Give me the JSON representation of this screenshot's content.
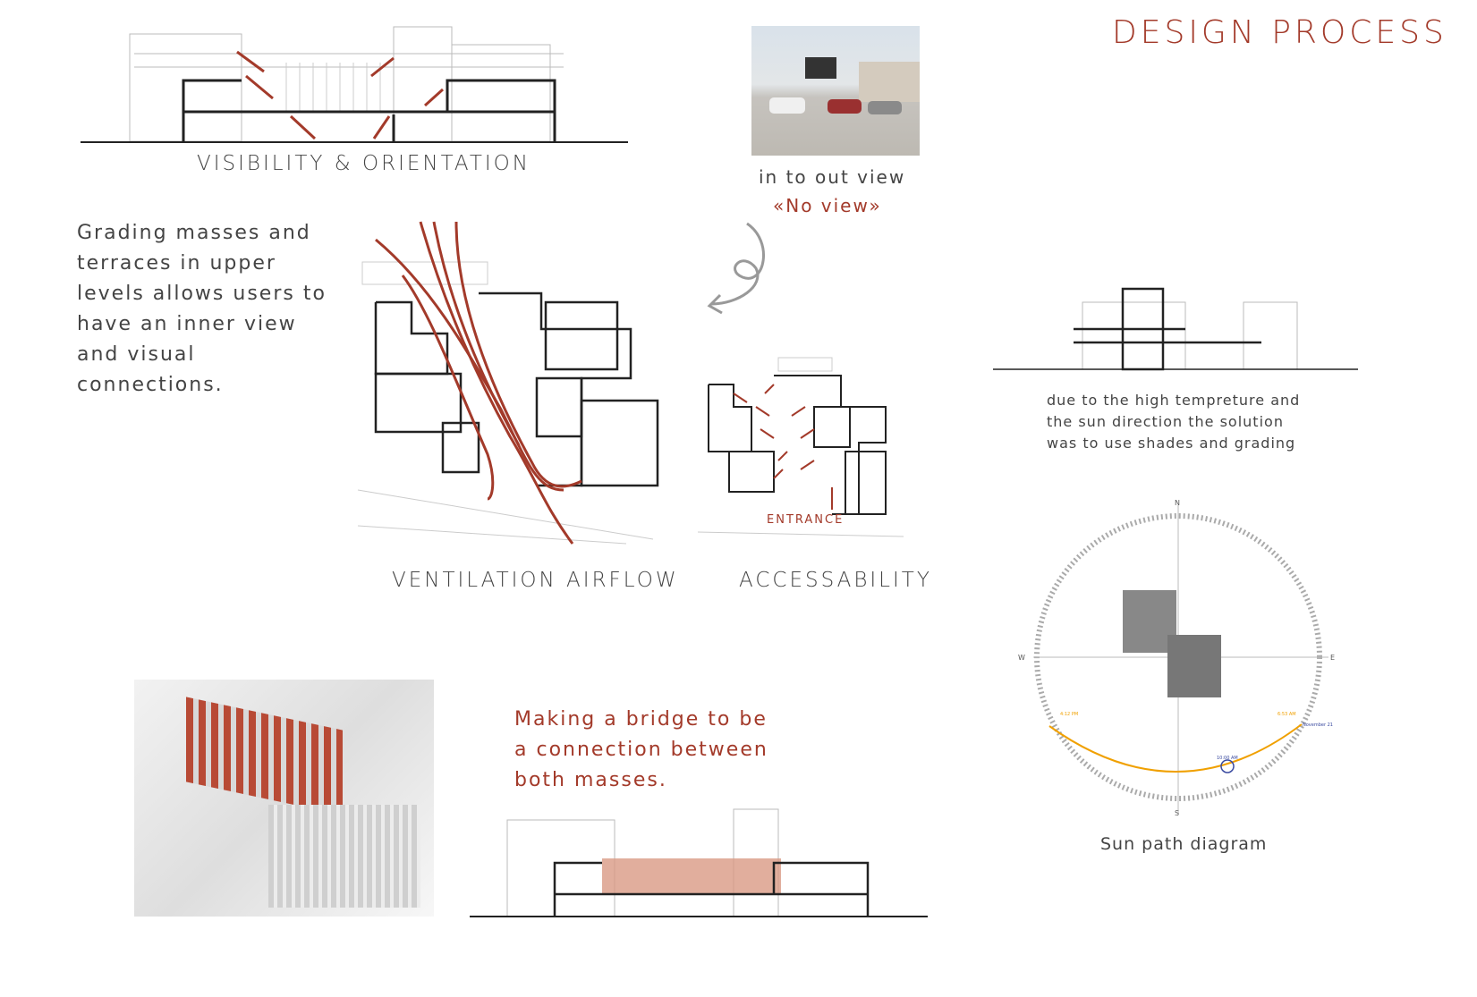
{
  "title": "DESIGN PROCESS",
  "visibility": {
    "label": "VISIBILITY & ORIENTATION"
  },
  "photo": {
    "caption": "in to out view",
    "note": "«No view»"
  },
  "grading": {
    "text": "Grading masses and terraces in upper levels allows users to have an inner view and visual connections."
  },
  "ventilation": {
    "label": "VENTILATION AIRFLOW"
  },
  "accessability": {
    "label": "ACCESSABILITY",
    "entrance": "ENTRANCE"
  },
  "sun": {
    "text": "due to the high tempreture and the sun direction the solution was to use shades and grading",
    "caption": "Sun path diagram",
    "compass": {
      "n": "N",
      "s": "S",
      "e": "E",
      "w": "W"
    },
    "times": {
      "left": "4:12 PM",
      "right": "6:53 AM",
      "mid": "10:00 AM",
      "date": "November 21"
    }
  },
  "bridge": {
    "text": "Making a bridge to be a connection between both masses."
  },
  "colors": {
    "accent": "#a33a2a",
    "line": "#222222"
  }
}
